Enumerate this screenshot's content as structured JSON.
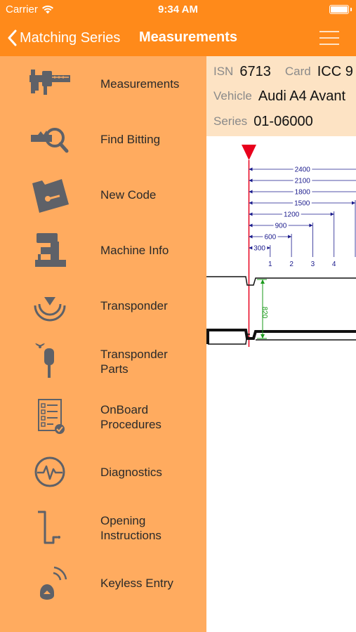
{
  "status_bar": {
    "carrier": "Carrier",
    "time": "9:34 AM"
  },
  "nav": {
    "back_label": "Matching Series",
    "title": "Measurements"
  },
  "sidebar": {
    "items": [
      {
        "label": "Measurements",
        "icon": "caliper-icon"
      },
      {
        "label": "Find Bitting",
        "icon": "key-magnifier-icon"
      },
      {
        "label": "New Code",
        "icon": "folder-key-icon"
      },
      {
        "label": "Machine Info",
        "icon": "key-machine-icon"
      },
      {
        "label": "Transponder",
        "icon": "transponder-signal-icon"
      },
      {
        "label": "Transponder\nParts",
        "icon": "transponder-key-icon"
      },
      {
        "label": "OnBoard\nProcedures",
        "icon": "checklist-icon"
      },
      {
        "label": "Diagnostics",
        "icon": "heartbeat-icon"
      },
      {
        "label": "Opening\nInstructions",
        "icon": "opening-tool-icon"
      },
      {
        "label": "Keyless Entry",
        "icon": "remote-fob-icon"
      }
    ]
  },
  "info": {
    "isn_label": "ISN",
    "isn_value": "6713",
    "card_label": "Card",
    "card_value": "ICC 9",
    "vehicle_label": "Vehicle",
    "vehicle_value": "Audi A4 Avant",
    "series_label": "Series",
    "series_value": "01-06000"
  },
  "diagram": {
    "depth_label": "820",
    "dimensions": [
      {
        "label": "300"
      },
      {
        "label": "600"
      },
      {
        "label": "900"
      },
      {
        "label": "1200"
      },
      {
        "label": "1500"
      },
      {
        "label": "1800"
      },
      {
        "label": "2100"
      },
      {
        "label": "2400"
      }
    ],
    "cut_positions": [
      "1",
      "2",
      "3",
      "4"
    ]
  },
  "colors": {
    "header": "#ff8a1a",
    "sidebar": "#ffab5f",
    "info_panel": "#fde3c4",
    "dimension_line": "#1a1a8c",
    "stop_marker": "#e8001c",
    "depth_line": "#1a9a1a",
    "icon": "#5e6168"
  }
}
